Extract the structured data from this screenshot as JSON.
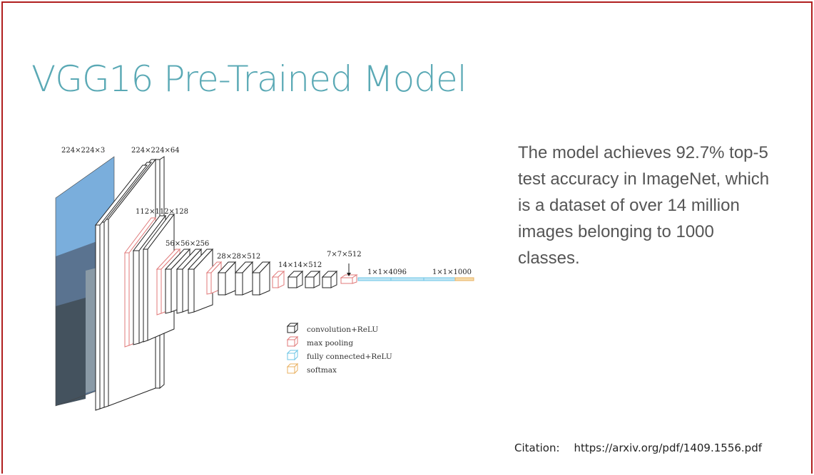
{
  "slide": {
    "title": "VGG16 Pre-Trained Model",
    "description": "The model achieves 92.7% top-5 test accuracy in ImageNet, which is a dataset of over 14 million images belonging to 1000 classes.",
    "citation_label": "Citation:",
    "citation_url": "https://arxiv.org/pdf/1409.1556.pdf"
  },
  "diagram": {
    "layer_labels": [
      "224×224×3",
      "224×224×64",
      "112×112×128",
      "56×56×256",
      "28×28×512",
      "14×14×512",
      "7×7×512",
      "1×1×4096",
      "1×1×1000"
    ],
    "legend": [
      "convolution+ReLU",
      "max pooling",
      "fully connected+ReLU",
      "softmax"
    ]
  },
  "colors": {
    "title": "#5aa9b5",
    "frame": "#b01e1e",
    "conv": "#222222",
    "pool": "#e07a7a",
    "fc": "#6cc5e6",
    "softmax": "#e8b060"
  }
}
